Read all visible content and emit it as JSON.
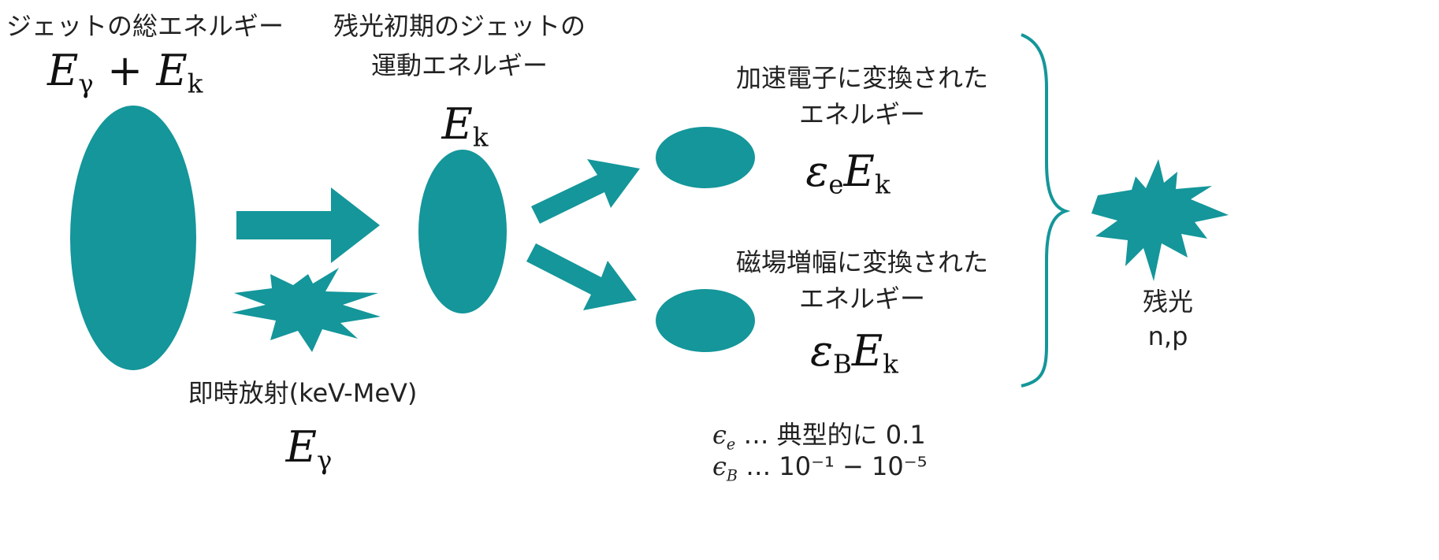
{
  "colors": {
    "fill": "#14969a",
    "brace": "#14969a",
    "text": "#222222"
  },
  "labels": {
    "total_energy_title": "ジェットの総エネルギー",
    "total_energy_math": "E_γ + E_k",
    "afterglow_kinetic_line1": "残光初期のジェットの",
    "afterglow_kinetic_line2": "運動エネルギー",
    "kinetic_math": "E_k",
    "electron_line1": "加速電子に変換された",
    "electron_line2": "エネルギー",
    "electron_math": "ε_e E_k",
    "magnetic_line1": "磁場増幅に変換された",
    "magnetic_line2": "エネルギー",
    "magnetic_math": "ε_B E_k",
    "prompt_emission": "即時放射(keV-MeV)",
    "prompt_math": "E_γ",
    "afterglow_line1": "残光",
    "afterglow_line2": "n,p",
    "note_epsilon_e_text": "… 典型的に 0.1",
    "note_epsilon_b_text": "… 10⁻¹ − 10⁻⁵"
  },
  "icons": [
    "ellipse-shape",
    "starburst-icon",
    "arrow-icon",
    "curly-brace-icon"
  ]
}
